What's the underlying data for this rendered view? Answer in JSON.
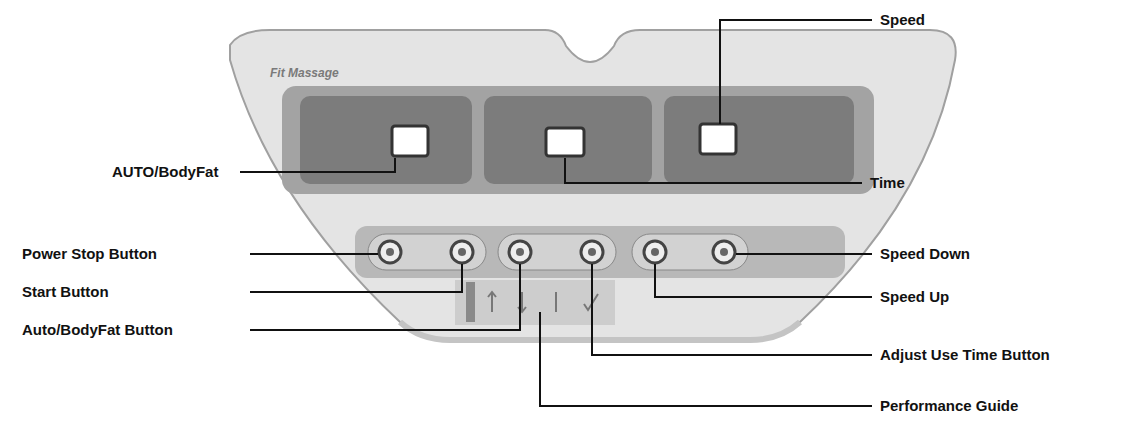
{
  "diagram": {
    "labels": [
      "Fit Massage",
      "Speed",
      "AUTO/BodyFat",
      "Time",
      "Power Stop Button",
      "Start Button",
      "Auto/BodyFat Button",
      "Speed Down",
      "Speed Up",
      "Adjust Use Time Button",
      "Performance Guide"
    ]
  }
}
